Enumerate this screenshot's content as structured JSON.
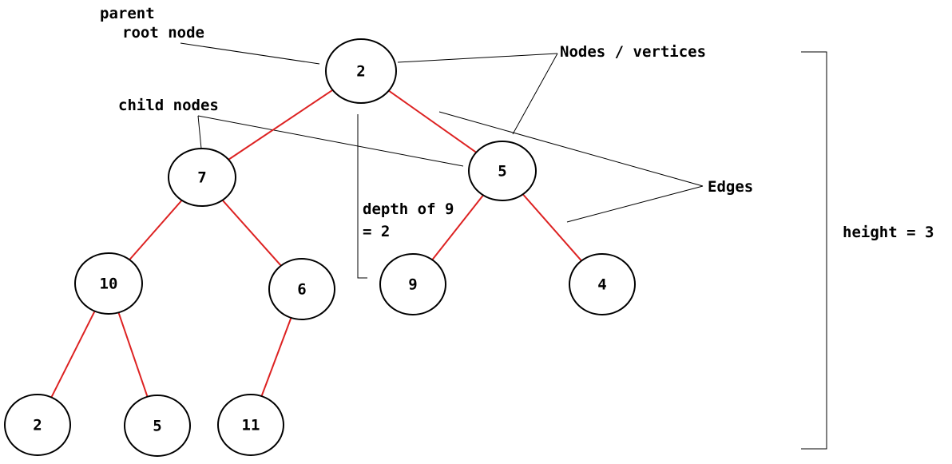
{
  "diagram": {
    "colors": {
      "edge": "#dd2222",
      "node_stroke": "#000000",
      "annotation_line": "#000000",
      "text": "#000000"
    },
    "nodes": [
      {
        "id": "n-root",
        "value": "2"
      },
      {
        "id": "n-7",
        "value": "7"
      },
      {
        "id": "n-5",
        "value": "5"
      },
      {
        "id": "n-10",
        "value": "10"
      },
      {
        "id": "n-6",
        "value": "6"
      },
      {
        "id": "n-9",
        "value": "9"
      },
      {
        "id": "n-4",
        "value": "4"
      },
      {
        "id": "n-2b",
        "value": "2"
      },
      {
        "id": "n-5b",
        "value": "5"
      },
      {
        "id": "n-11",
        "value": "11"
      }
    ],
    "edges": [
      {
        "from": "n-root",
        "to": "n-7"
      },
      {
        "from": "n-root",
        "to": "n-5"
      },
      {
        "from": "n-7",
        "to": "n-10"
      },
      {
        "from": "n-7",
        "to": "n-6"
      },
      {
        "from": "n-5",
        "to": "n-9"
      },
      {
        "from": "n-5",
        "to": "n-4"
      },
      {
        "from": "n-10",
        "to": "n-2b"
      },
      {
        "from": "n-10",
        "to": "n-5b"
      },
      {
        "from": "n-6",
        "to": "n-11"
      }
    ],
    "annotations": {
      "parent": "parent",
      "root_node": "root node",
      "child_nodes": "child nodes",
      "nodes_vertices": "Nodes / vertices",
      "edges": "Edges",
      "depth_line1": "depth of 9",
      "depth_line2": "= 2",
      "height": "height = 3"
    }
  }
}
